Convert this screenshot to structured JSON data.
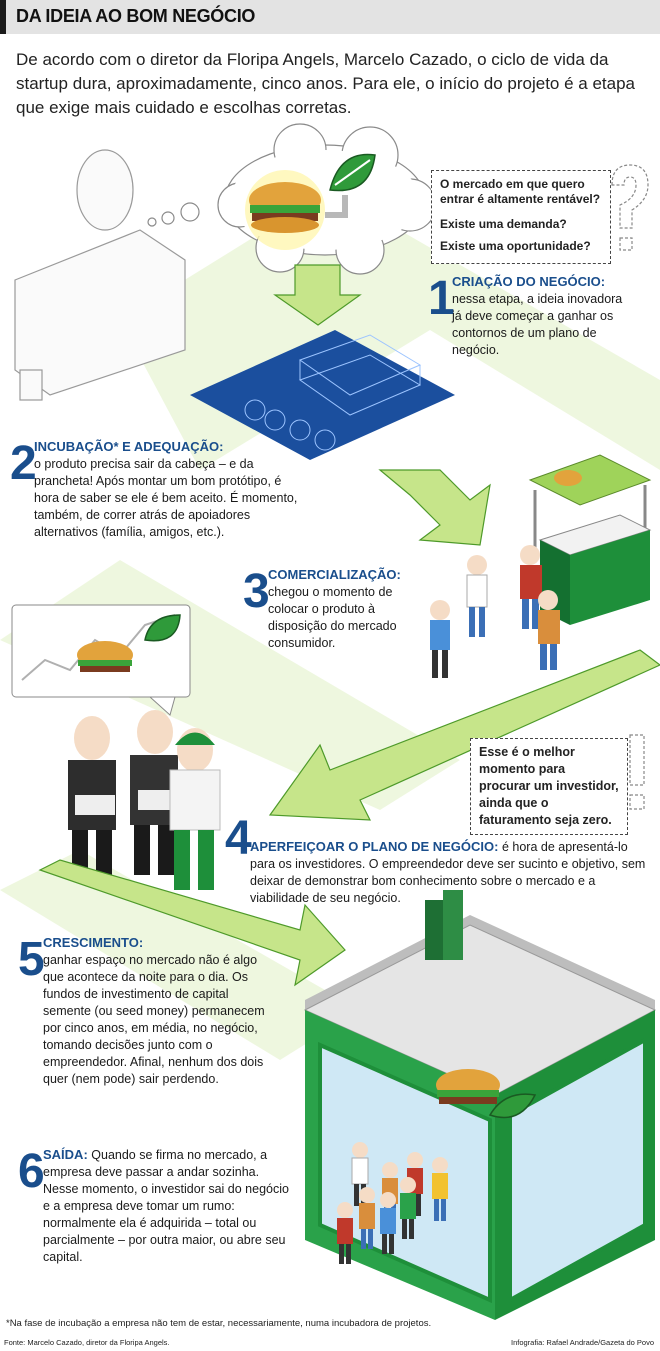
{
  "header": {
    "title": "DA IDEIA AO BOM NEGÓCIO"
  },
  "intro": "De acordo com o diretor da Floripa Angels, Marcelo Cazado, o ciclo de vida da startup dura, aproximadamente, cinco anos. Para ele, o início do projeto é a etapa que exige mais cuidado e escolhas corretas.",
  "questions": [
    "O mercado em que quero entrar é altamente rentável?",
    "Existe uma demanda?",
    "Existe uma oportunidade?"
  ],
  "steps": [
    {
      "num": "1",
      "title": "CRIAÇÃO DO NEGÓCIO:",
      "body": "nessa etapa, a ideia inovadora já deve começar a ganhar os contornos de um plano de negócio."
    },
    {
      "num": "2",
      "title": "INCUBAÇÃO* E ADEQUAÇÃO:",
      "body": "o produto precisa sair da cabeça – e da prancheta! Após montar um bom protótipo, é hora de saber se ele é bem aceito. É momento, também, de correr atrás de apoiadores alternativos (família, amigos, etc.)."
    },
    {
      "num": "3",
      "title": "COMERCIALIZAÇÃO:",
      "body": "chegou o momento de colocar o produto à disposição do mercado consumidor."
    },
    {
      "num": "4",
      "title": "APERFEIÇOAR O PLANO DE NEGÓCIO:",
      "body": "é hora de apresentá-lo para os investidores. O empreendedor deve ser sucinto e objetivo, sem deixar de demonstrar bom conhecimento sobre o mercado e a viabilidade de seu negócio."
    },
    {
      "num": "5",
      "title": "CRESCIMENTO:",
      "body": "ganhar espaço no mercado não é algo que acontece da noite para o dia. Os fundos de investimento de capital semente (ou seed money) permanecem por cinco anos, em média, no negócio, tomando decisões junto com o empreendedor. Afinal, nenhum dos dois quer (nem pode) sair perdendo."
    },
    {
      "num": "6",
      "title": "SAÍDA:",
      "body": "Quando se firma no mercado, a empresa deve passar a andar sozinha. Nesse momento, o investidor sai do negócio e a empresa deve tomar um rumo: normalmente ela é adquirida – total ou parcialmente – por outra maior, ou abre seu capital."
    }
  ],
  "callout": "Esse é o melhor momento para procurar um investidor, ainda que o faturamento seja zero.",
  "footnote": "*Na fase de incubação a empresa não tem de estar, necessariamente, numa incubadora de projetos.",
  "source": "Fonte: Marcelo Cazado, diretor da Floripa Angels.",
  "credit": "Infografia: Rafael Andrade/Gazeta do Povo",
  "colors": {
    "accent_blue": "#1a4e8c",
    "green": "#1e8f3a",
    "light_green": "#a8d85a",
    "blueprint": "#1b4f9e"
  },
  "icons": [
    "leaf-icon",
    "burger-icon",
    "question-mark-icon",
    "blueprint-icon",
    "food-cart-icon",
    "growth-chart-icon",
    "storefront-icon"
  ]
}
